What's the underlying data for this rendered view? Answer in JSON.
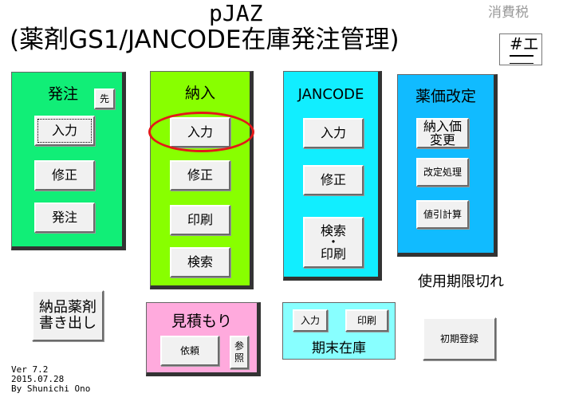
{
  "header": {
    "app_name": "pJAZ",
    "subtitle": "(薬剤GS1/JANCODE在庫発注管理)",
    "tax_label": "消費税",
    "e_label": "#エ"
  },
  "order": {
    "title": "発注",
    "first_label": "先",
    "input_label": "入力",
    "edit_label": "修正",
    "send_label": "発注",
    "color": "#11ee77"
  },
  "delivery": {
    "title": "納入",
    "input_label": "入力",
    "edit_label": "修正",
    "print_label": "印刷",
    "search_label": "検索",
    "color": "#88ff00"
  },
  "jancode": {
    "title": "JANCODE",
    "input_label": "入力",
    "edit_label": "修正",
    "search_print_line1": "検索",
    "search_print_dot": "・",
    "search_print_line2": "印刷",
    "color": "#11eeff"
  },
  "price": {
    "title": "薬価改定",
    "change_line1": "納入価",
    "change_line2": "変更",
    "revise_label": "改定処理",
    "discount_label": "値引計算",
    "color": "#11bbff"
  },
  "export": {
    "line1": "納品薬剤",
    "line2": "書き出し"
  },
  "estimate": {
    "title": "見積もり",
    "request_label": "依頼",
    "ref_line1": "参",
    "ref_line2": "照",
    "color": "#ffaadd"
  },
  "period_end": {
    "title": "期末在庫",
    "input_label": "入力",
    "print_label": "印刷",
    "color": "#88ffff"
  },
  "expire_label": "使用期限切れ",
  "init_label": "初期登録",
  "version": {
    "ver": "Ver 7.2",
    "date": "2015.07.28",
    "author": "By Shunichi Ono"
  }
}
